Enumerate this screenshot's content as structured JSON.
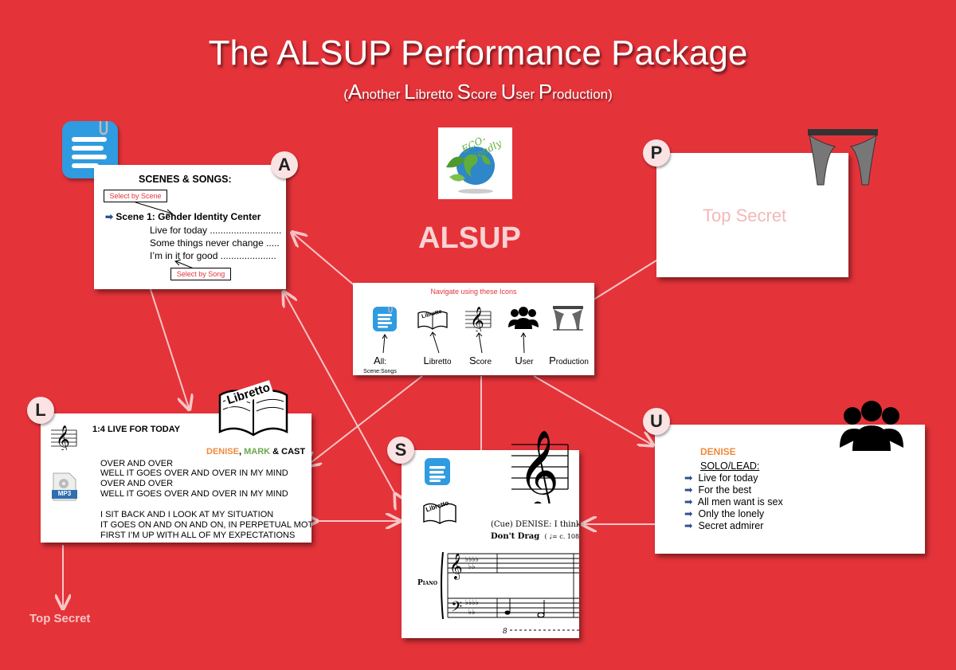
{
  "header": {
    "title": "The ALSUP Performance Package",
    "subtitle_open": "(",
    "subtitle_parts": [
      {
        "cap": "A",
        "rest": "nother "
      },
      {
        "cap": "L",
        "rest": "ibretto "
      },
      {
        "cap": "S",
        "rest": "core "
      },
      {
        "cap": "U",
        "rest": "ser "
      },
      {
        "cap": "P",
        "rest": "roduction"
      }
    ],
    "subtitle_close": ")"
  },
  "center": {
    "brand": "ALSUP",
    "eco_logo_text": "ECO-friendly",
    "nav_caption": "Navigate using these Icons",
    "nav": [
      {
        "cap": "A",
        "rest": "ll:",
        "sub": "Scene:Songs"
      },
      {
        "cap": "L",
        "rest": "ibretto",
        "sub": ""
      },
      {
        "cap": "S",
        "rest": "core",
        "sub": ""
      },
      {
        "cap": "U",
        "rest": "ser",
        "sub": ""
      },
      {
        "cap": "P",
        "rest": "roduction",
        "sub": ""
      }
    ],
    "libretto_icon_text": "Libretto"
  },
  "panel_a": {
    "badge": "A",
    "heading": "SCENES & SONGS:",
    "select_scene": "Select by Scene",
    "scene": "Scene 1: Gender Identity Center",
    "songs": [
      "Live for today ...........................",
      "Some things never change .....",
      "I’m in it for good ....................."
    ],
    "select_song": "Select by Song"
  },
  "panel_p": {
    "badge": "P",
    "text": "Top Secret"
  },
  "panel_l": {
    "badge": "L",
    "song_title": "1:4 LIVE FOR TODAY",
    "cast": {
      "denise": "DENISE",
      "sep": ", ",
      "mark": "MARK",
      "rest": " & CAST"
    },
    "mp3": "MP3",
    "libretto_icon_text": "Libretto",
    "lyrics_a": [
      "OVER AND OVER",
      "WELL IT GOES OVER AND OVER IN MY MIND",
      "OVER AND OVER",
      "WELL IT GOES OVER AND OVER IN MY MIND"
    ],
    "lyrics_b": [
      "I SIT BACK AND I LOOK AT MY SITUATION",
      "IT GOES ON AND ON AND ON, IN PERPETUAL MOT",
      "FIRST I’M UP WITH ALL OF MY EXPECTATIONS"
    ]
  },
  "panel_s": {
    "badge": "S",
    "libretto_icon_text": "Libretto",
    "cue": "(Cue) DENISE: I think about",
    "song": "Don't Drag",
    "tempo": "( ♩= c. 108)",
    "instrument": "Piano"
  },
  "panel_u": {
    "badge": "U",
    "name": "DENISE",
    "role": "SOLO/LEAD:",
    "songs": [
      "Live for today",
      "For the best",
      "All men want is sex",
      "Only the lonely",
      "Secret admirer"
    ]
  },
  "footer": {
    "top_secret": "Top Secret"
  },
  "colors": {
    "background": "#e5333a",
    "connector": "#f6c6c6",
    "orange": "#f08a3c",
    "green": "#6aa84f",
    "blue_icon": "#2f9be0"
  }
}
